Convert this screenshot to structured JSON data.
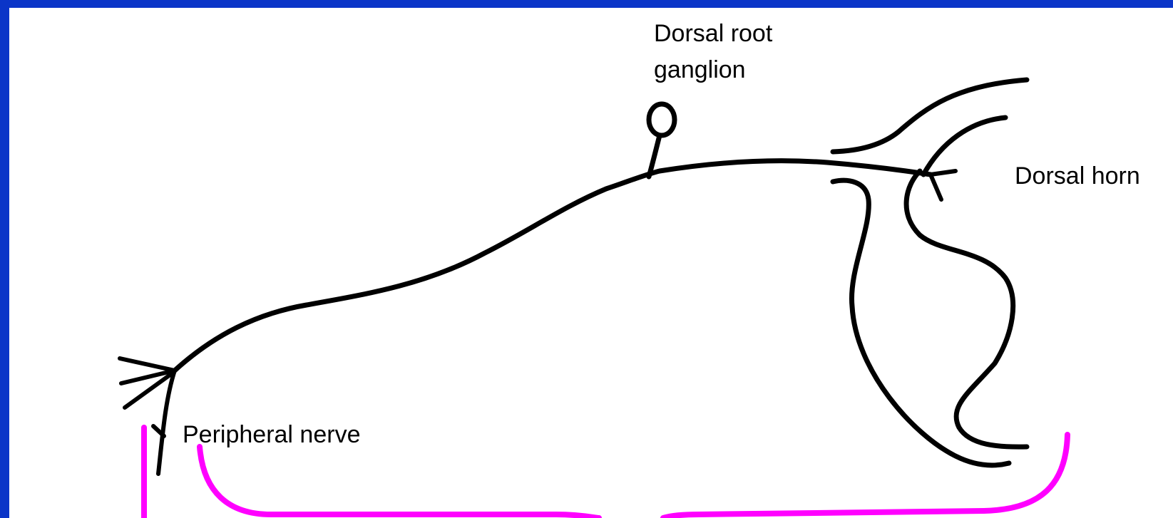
{
  "labels": {
    "dorsal_root_ganglion_line1": "Dorsal root",
    "dorsal_root_ganglion_line2": "ganglion",
    "dorsal_horn": "Dorsal horn",
    "peripheral_nerve": "Peripheral nerve"
  },
  "colors": {
    "border": "#0b35c8",
    "background": "#ffffff",
    "nerve_line": "#000000",
    "bracket": "#ff00ff"
  }
}
